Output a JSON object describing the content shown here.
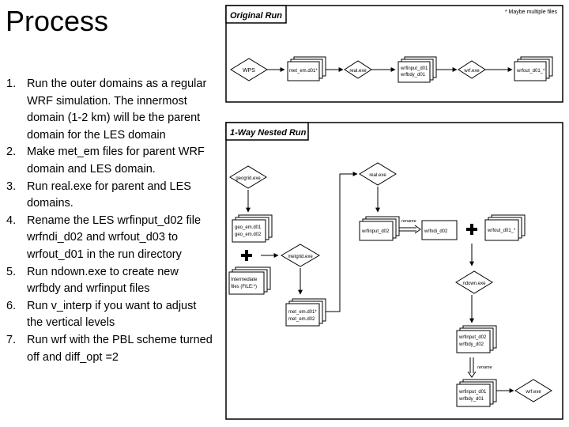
{
  "slide": {
    "title": "Process"
  },
  "steps": [
    {
      "number": "1.",
      "text": "Run the outer domains as a regular WRF simulation.  The innermost domain (1-2 km) will be the parent domain for the LES domain"
    },
    {
      "number": "2.",
      "text": "Make met_em files for parent WRF domain and LES domain."
    },
    {
      "number": "3.",
      "text": "Run real.exe for parent and LES domains."
    },
    {
      "number": "4.",
      "text": "Rename the LES wrfinput_d02 file wrfndi_d02 and wrfout_d03 to wrfout_d01 in the run directory"
    },
    {
      "number": "5.",
      "text": "Run ndown.exe to create new wrfbdy and wrfinput files"
    },
    {
      "number": "6.",
      "text": "Run v_interp if you want to adjust the vertical levels"
    },
    {
      "number": "7.",
      "text": "Run wrf with the PBL scheme turned off and diff_opt =2"
    }
  ],
  "original_run": {
    "title": "Original Run",
    "note": "* Maybe multiple files",
    "wps": "WPS",
    "met_em": "met_em.d01*",
    "real": "real.exe",
    "wrfinput_1": "wrfinput_d01",
    "wrfinput_2": "wrfbdy_d01",
    "wrf": "wrf.exe",
    "wrfout": "wrfout_d01_*"
  },
  "nested_run": {
    "title": "1-Way Nested Run",
    "geogrid": "geogrid.exe",
    "geo_em_1": "geo_em.d01",
    "geo_em_2": "geo_em.d02",
    "intermediate_1": "Intermediate",
    "intermediate_2": "files (FILE:*)",
    "metgrid": "metgrid.exe",
    "met_em_1": "met_em.d01*",
    "met_em_2": "met_em.d02",
    "real": "real.exe",
    "wrfinput_d02": "wrfinput_d02",
    "rename_label": "rename",
    "wrfndi": "wrfndi_d02",
    "wrfout": "wrfout_d01_*",
    "ndown": "ndown.exe",
    "mid_1": "wrfinput_d02",
    "mid_2": "wrfbdy_d02",
    "rename_label_2": "rename",
    "final_1": "wrfinput_d01",
    "final_2": "wrfbdy_d01",
    "wrf": "wrf.exe"
  }
}
